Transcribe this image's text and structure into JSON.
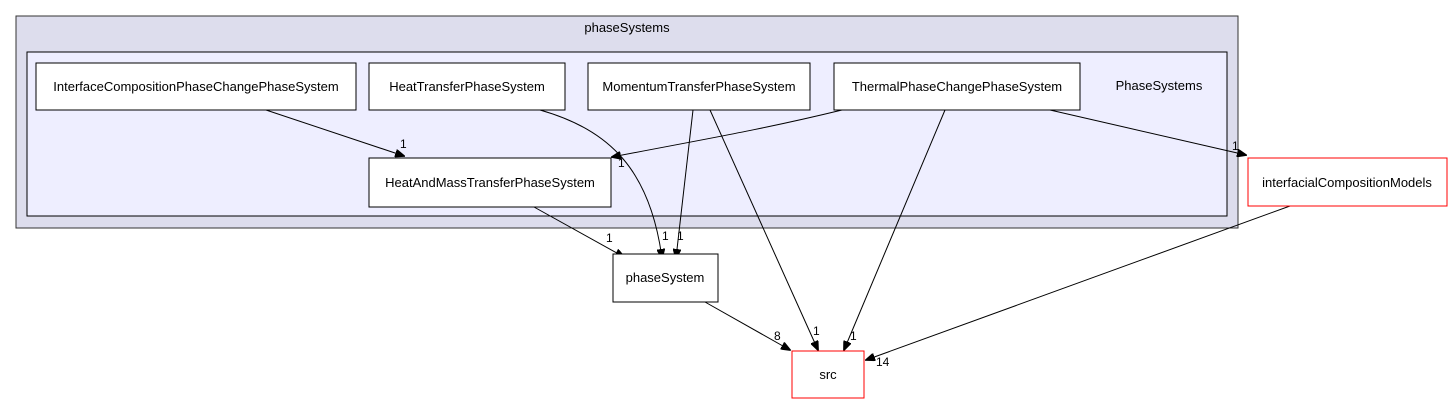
{
  "outer_cluster": {
    "label": "phaseSystems"
  },
  "inner_cluster": {
    "label": "PhaseSystems"
  },
  "nodes": {
    "interface_composition": "InterfaceCompositionPhaseChangePhaseSystem",
    "heat_transfer": "HeatTransferPhaseSystem",
    "momentum_transfer": "MomentumTransferPhaseSystem",
    "thermal_phase_change": "ThermalPhaseChangePhaseSystem",
    "heat_and_mass": "HeatAndMassTransferPhaseSystem",
    "interfacial_composition_models": "interfacialCompositionModels",
    "phase_system": "phaseSystem",
    "src": "src"
  },
  "edge_labels": {
    "interface_to_hamt": "1",
    "thermal_to_hamt": "1",
    "heat_transfer_to_phase_system": "1",
    "momentum_to_phase_system": "1",
    "hamt_to_phase_system": "1",
    "momentum_to_src": "1",
    "thermal_to_src": "1",
    "thermal_to_interfacial": "1",
    "phase_system_to_src": "8",
    "interfacial_to_src": "14"
  },
  "colors": {
    "outer_cluster_fill": "#dddded",
    "outer_cluster_border": "#333333",
    "inner_cluster_fill": "#eeeeff",
    "inner_cluster_border": "#000000",
    "node_border": "#000000",
    "external_node_border": "#ff0000"
  }
}
